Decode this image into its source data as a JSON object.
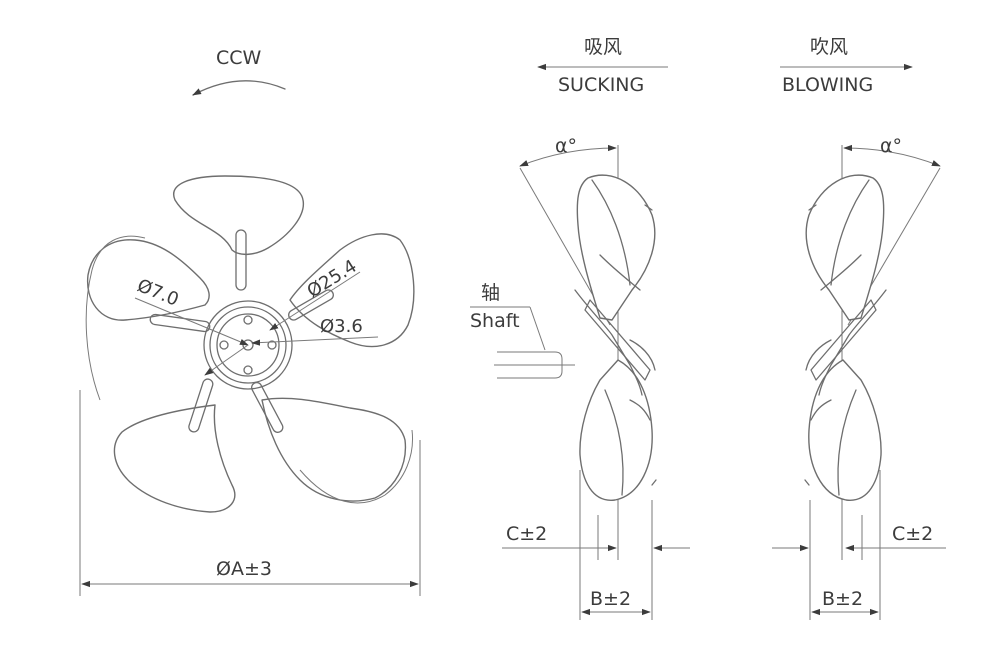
{
  "front_view": {
    "rotation_label": "CCW",
    "dia_7": "Ø7.0",
    "dia_25": "Ø25.4",
    "dia_3": "Ø3.6",
    "dia_overall": "ØA±3"
  },
  "sucking_view": {
    "label_cn": "吸风",
    "label_en": "SUCKING",
    "angle_label": "α°",
    "c_dim": "C±2",
    "b_dim": "B±2",
    "shaft_cn": "轴",
    "shaft_en": "Shaft"
  },
  "blowing_view": {
    "label_cn": "吹风",
    "label_en": "BLOWING",
    "angle_label": "α°",
    "c_dim": "C±2",
    "b_dim": "B±2"
  }
}
